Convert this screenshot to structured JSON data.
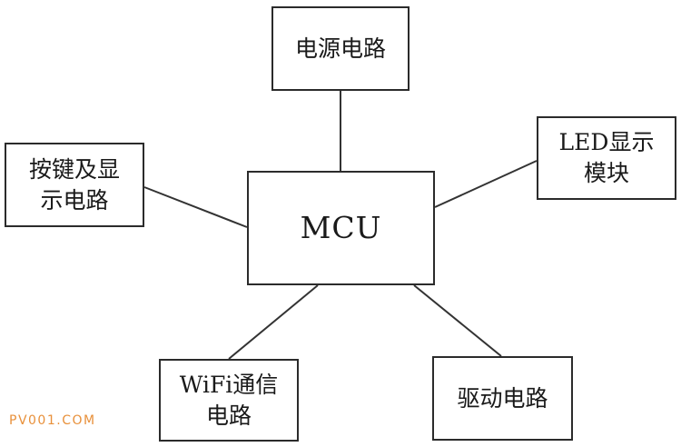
{
  "diagram": {
    "center": {
      "label": "MCU"
    },
    "power": {
      "label": "电源电路"
    },
    "led": {
      "line1": "LED显示",
      "line2": "模块"
    },
    "keys": {
      "line1": "按键及显",
      "line2": "示电路"
    },
    "wifi": {
      "line1": "WiFi通信",
      "line2": "电路"
    },
    "drive": {
      "label": "驱动电路"
    }
  },
  "watermark": "PV001.COM",
  "colors": {
    "border": "#2b2b2b",
    "connector": "#333333",
    "text": "#1a1a1a",
    "watermark": "#e8903a"
  }
}
